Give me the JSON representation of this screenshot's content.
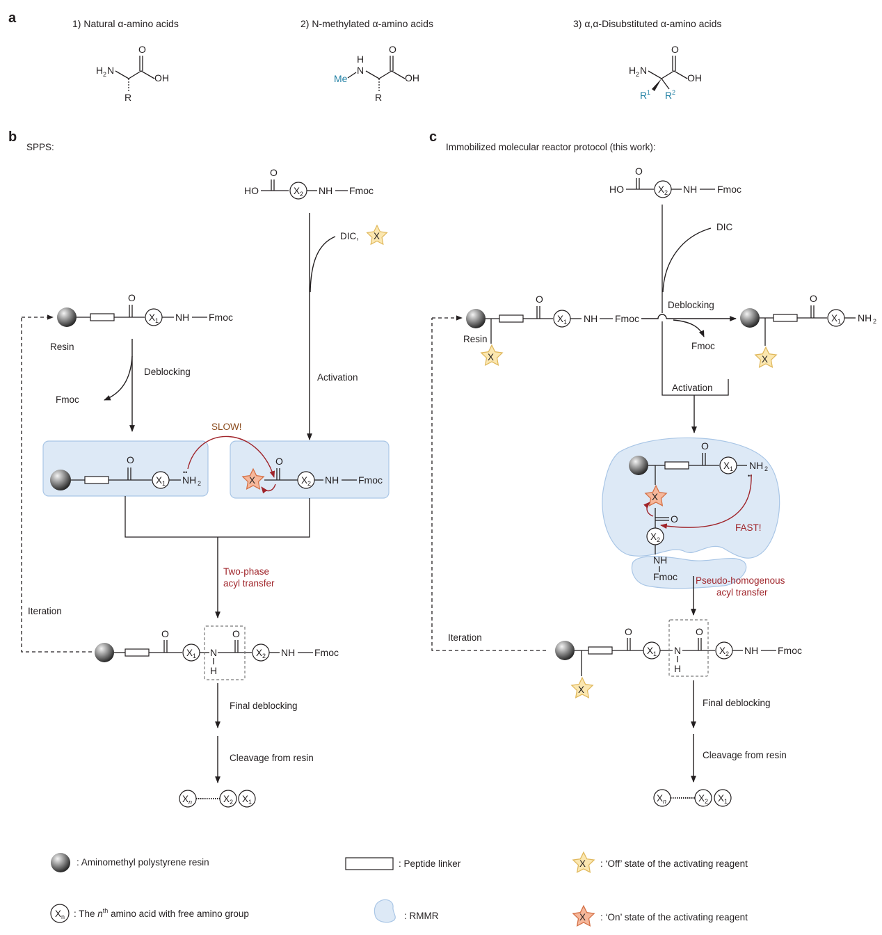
{
  "panels": {
    "a": "a",
    "b": "b",
    "c": "c"
  },
  "section_a": {
    "item1": "1) Natural α-amino acids",
    "item2": "2) N-methylated α-amino acids",
    "item3": "3) α,α-Disubstituted α-amino acids"
  },
  "chem": {
    "O": "O",
    "OH": "OH",
    "H2N": "H",
    "H2N_sub": "2",
    "N_after": "N",
    "R": "R",
    "H": "H",
    "N": "N",
    "Me": "Me",
    "R1": "R",
    "R1_sup": "1",
    "R2": "R",
    "R2_sup": "2",
    "HO": "HO",
    "X": "X",
    "X_sub1": "1",
    "X_sub2": "2",
    "X_subn": "n",
    "NH": "NH",
    "NH_dash": "NH",
    "Fmoc": "Fmoc",
    "NH2": "NH",
    "NH2_sub": "2",
    "dots": "••"
  },
  "section_b": {
    "title": "SPPS:",
    "dic": "DIC,",
    "resin": "Resin",
    "deblocking": "Deblocking",
    "fmoc_byproduct": "Fmoc",
    "activation": "Activation",
    "slow": "SLOW!",
    "two_phase_1": "Two-phase",
    "two_phase_2": "acyl transfer",
    "iteration": "Iteration",
    "final_deblocking": "Final deblocking",
    "cleavage": "Cleavage from resin"
  },
  "section_c": {
    "title": "Immobilized molecular reactor protocol (this work):",
    "dic": "DIC",
    "resin": "Resin",
    "deblocking": "Deblocking",
    "fmoc_byproduct": "Fmoc",
    "activation": "Activation",
    "fast": "FAST!",
    "pseudo_1": "Pseudo-homogenous",
    "pseudo_2": "acyl transfer",
    "iteration": "Iteration",
    "final_deblocking": "Final deblocking",
    "cleavage": "Cleavage from resin"
  },
  "legend": {
    "resin": ": Aminomethyl polystyrene resin",
    "linker": ": Peptide linker",
    "off_state": ": ‘Off’ state of the activating reagent",
    "xn_pre": ": The ",
    "xn_n": "n",
    "xn_th": "th",
    "xn_post": " amino acid with free amino group",
    "rmmr": ": RMMR",
    "on_state": ": ‘On’ state of the activating reagent"
  },
  "colors": {
    "teal": "#1f7fa3",
    "dark_red": "#a0252b",
    "brown": "#8a4a1c",
    "box_fill": "#dde9f6",
    "star_off": "#fbe7b0",
    "star_on": "#f6b79a"
  }
}
